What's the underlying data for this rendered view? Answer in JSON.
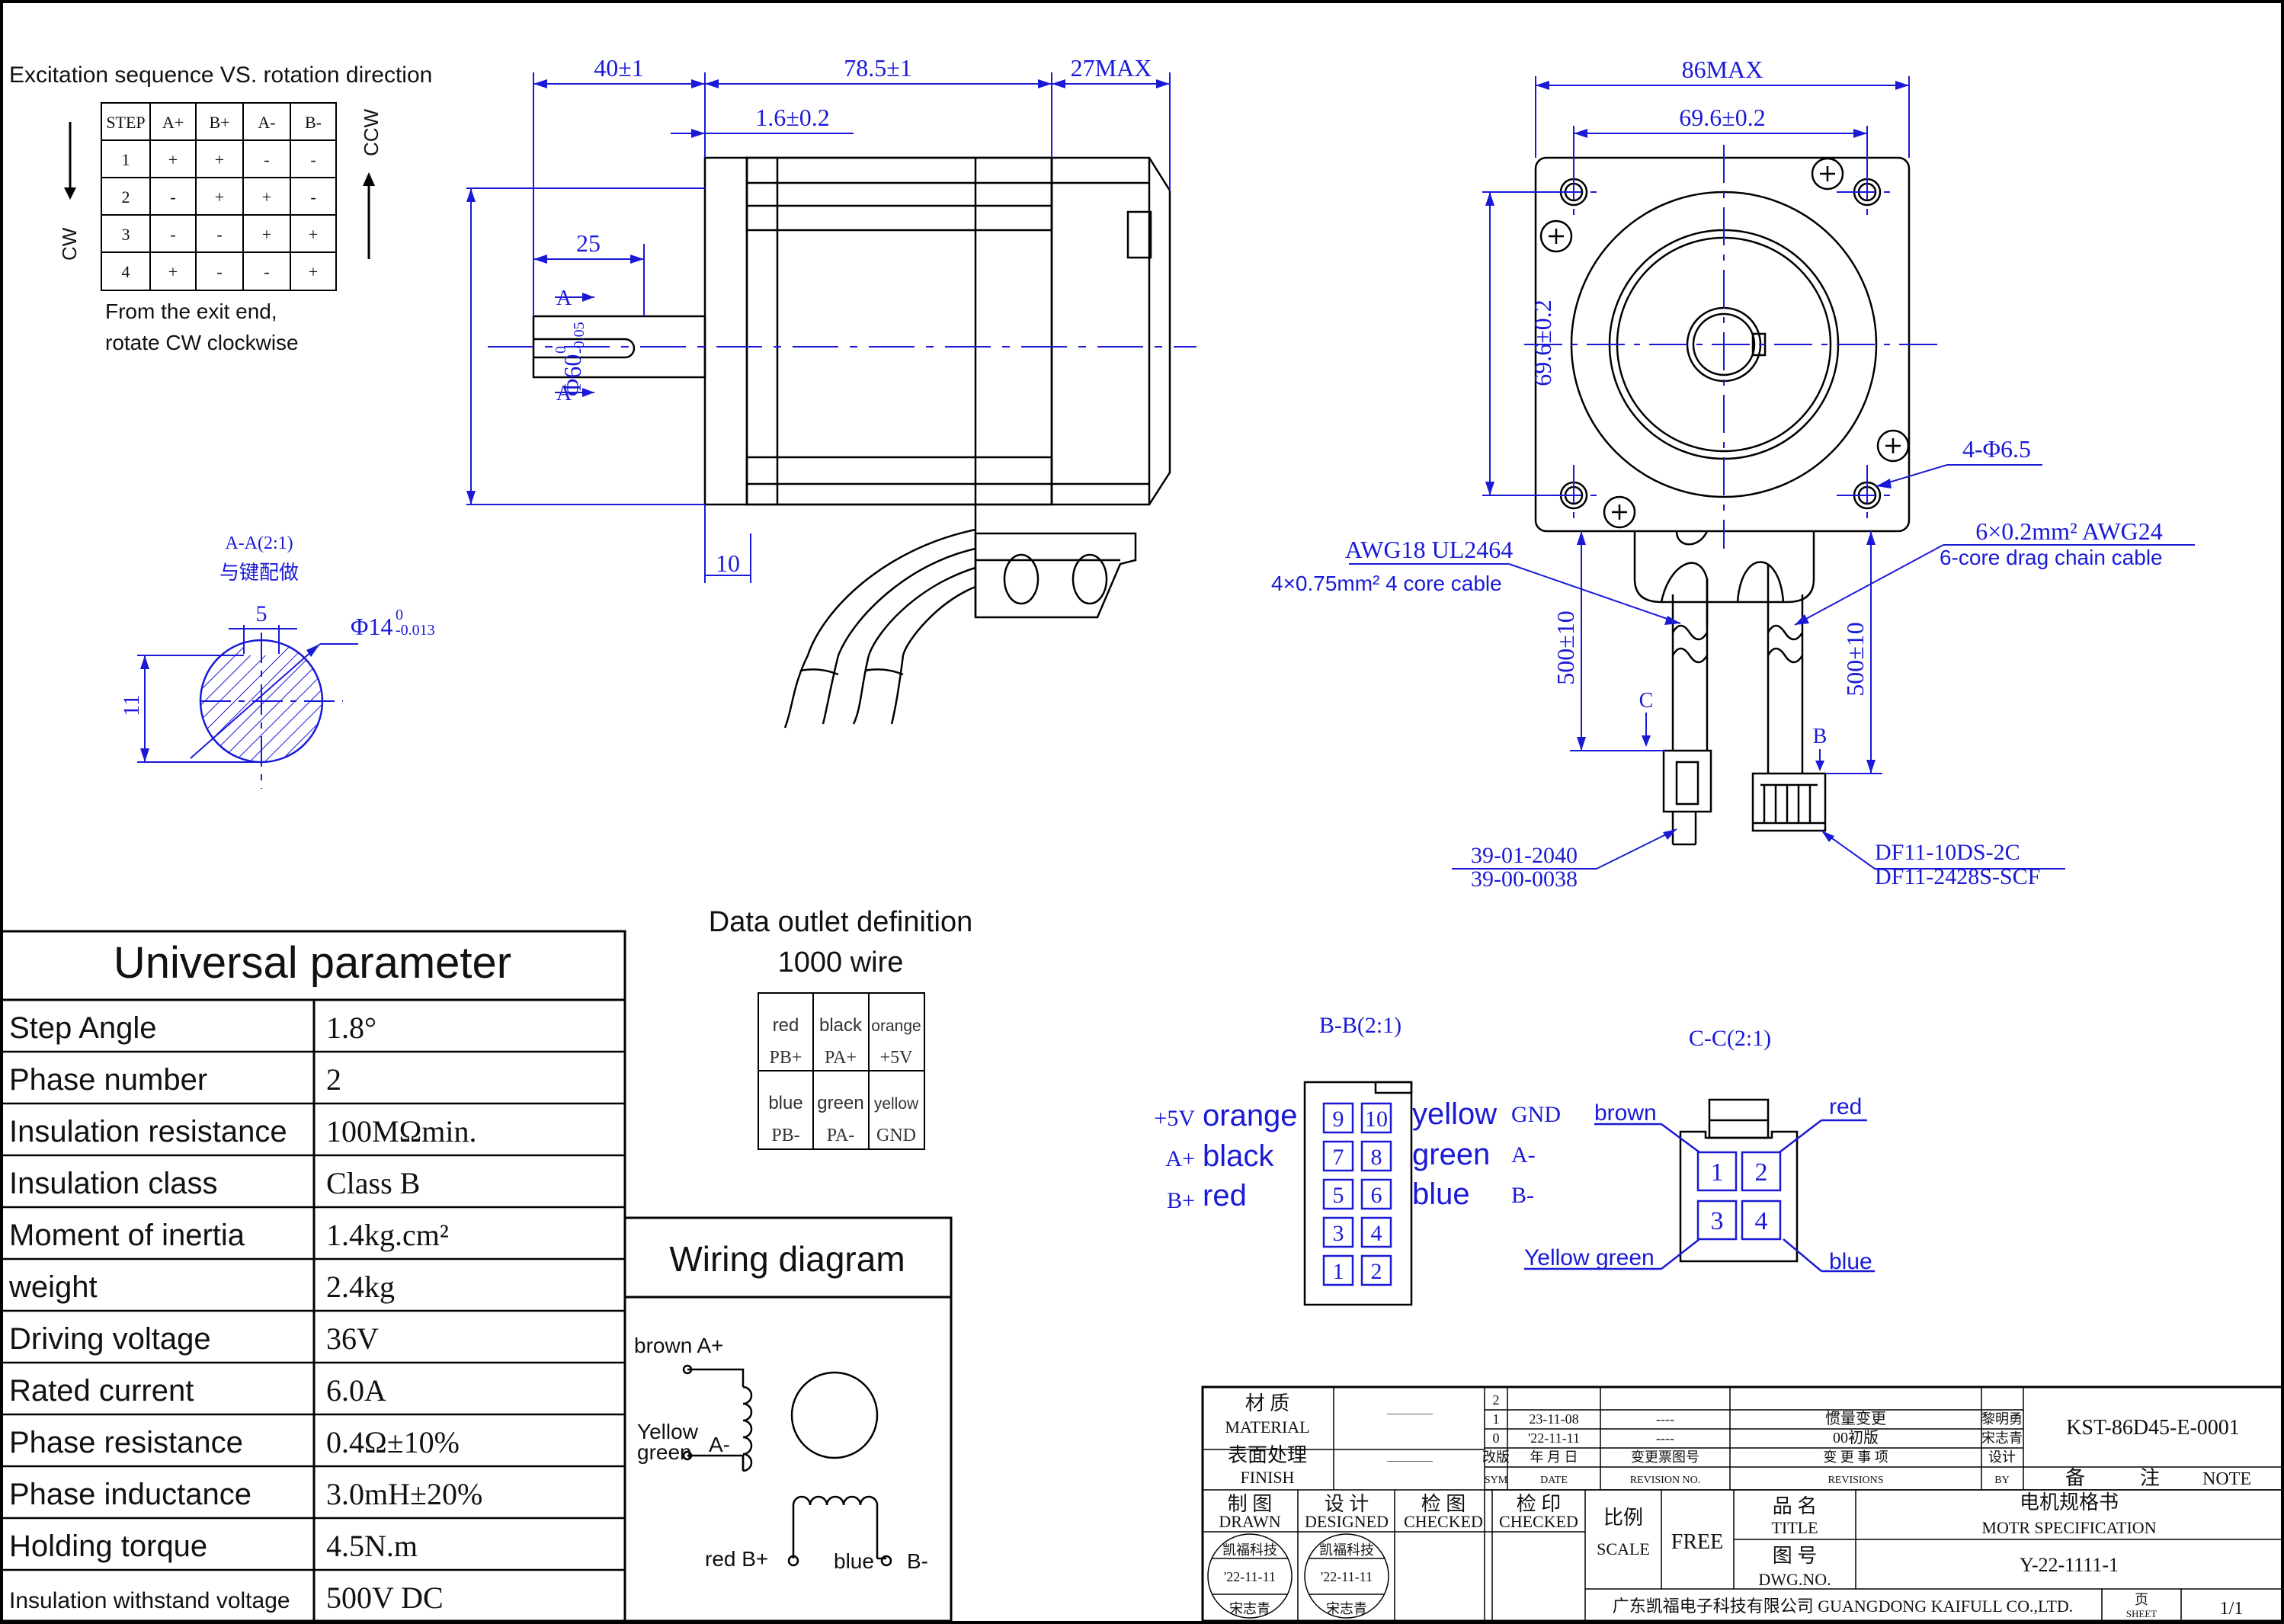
{
  "excitation": {
    "title": "Excitation sequence VS. rotation direction",
    "headers": [
      "STEP",
      "A+",
      "B+",
      "A-",
      "B-"
    ],
    "rows": [
      [
        "1",
        "+",
        "+",
        "-",
        "-"
      ],
      [
        "2",
        "-",
        "+",
        "+",
        "-"
      ],
      [
        "3",
        "-",
        "-",
        "+",
        "+"
      ],
      [
        "4",
        "+",
        "-",
        "-",
        "+"
      ]
    ],
    "cw": "CW",
    "ccw": "CCW",
    "note1": "From the exit end,",
    "note2": "rotate CW clockwise"
  },
  "side_view": {
    "dim_40": "40±1",
    "dim_78": "78.5±1",
    "dim_27": "27MAX",
    "dim_16": "1.6±0.2",
    "dim_25": "25",
    "dim_10": "10",
    "dim_dia60": "Φ60",
    "dim_dia60_sup": "0",
    "dim_dia60_sub": "-0.05",
    "a_label": "A"
  },
  "section_aa": {
    "title": "A-A(2:1)",
    "subtitle": "与键配做",
    "dim_5": "5",
    "dim_11": "11",
    "dim_dia14": "Φ14",
    "dim_dia14_sup": "0",
    "dim_dia14_sub": "-0.013"
  },
  "front_view": {
    "dim_86": "86MAX",
    "dim_696_h": "69.6±0.2",
    "dim_696_v": "69.6±0.2",
    "dim_holes": "4-Φ6.5",
    "cable_left_1": "AWG18 UL2464",
    "cable_left_2": "4×0.75mm² 4 core cable",
    "cable_right_1": "6×0.2mm² AWG24",
    "cable_right_2": "6-core drag chain cable",
    "len_left": "500±10",
    "len_right": "500±10",
    "label_c": "C",
    "label_b": "B",
    "conn_left_1": "39-01-2040",
    "conn_left_2": "39-00-0038",
    "conn_right_1": "DF11-10DS-2C",
    "conn_right_2": "DF11-2428S-SCF"
  },
  "universal": {
    "title": "Universal parameter",
    "rows": [
      {
        "label": "Step Angle",
        "value": "1.8°"
      },
      {
        "label": "Phase number",
        "value": "2"
      },
      {
        "label": "Insulation resistance",
        "value": "100MΩmin."
      },
      {
        "label": "Insulation class",
        "value": "Class B"
      },
      {
        "label": "Moment of inertia",
        "value": "1.4kg.cm²"
      },
      {
        "label": "weight",
        "value": "2.4kg"
      },
      {
        "label": "Driving voltage",
        "value": "36V"
      },
      {
        "label": "Rated current",
        "value": "6.0A"
      },
      {
        "label": "Phase resistance",
        "value": "0.4Ω±10%"
      },
      {
        "label": "Phase inductance",
        "value": "3.0mH±20%"
      },
      {
        "label": "Holding torque",
        "value": "4.5N.m"
      },
      {
        "label": "Insulation withstand voltage",
        "value": "500V DC"
      }
    ]
  },
  "data_outlet": {
    "title1": "Data outlet definition",
    "title2": "1000 wire",
    "cells": [
      {
        "color": "red",
        "sig": "PB+"
      },
      {
        "color": "black",
        "sig": "PA+"
      },
      {
        "color": "orange",
        "sig": "+5V"
      },
      {
        "color": "blue",
        "sig": "PB-"
      },
      {
        "color": "green",
        "sig": "PA-"
      },
      {
        "color": "yellow",
        "sig": "GND"
      }
    ]
  },
  "wiring": {
    "title": "Wiring diagram",
    "brown": "brown A+",
    "yellow1": "Yellow",
    "yellow2": "green",
    "a_minus": "A-",
    "red": "red B+",
    "blue": "blue",
    "b_minus": "B-"
  },
  "section_bb": {
    "title": "B-B(2:1)",
    "pins": [
      "9",
      "10",
      "7",
      "8",
      "5",
      "6",
      "3",
      "4",
      "1",
      "2"
    ],
    "l1_sig": "+5V",
    "l1_col": "orange",
    "l2_sig": "A+",
    "l2_col": "black",
    "l3_sig": "B+",
    "l3_col": "red",
    "r1_col": "yellow",
    "r1_sig": "GND",
    "r2_col": "green",
    "r2_sig": "A-",
    "r3_col": "blue",
    "r3_sig": "B-"
  },
  "section_cc": {
    "title": "C-C(2:1)",
    "pins": [
      "1",
      "2",
      "3",
      "4"
    ],
    "brown": "brown",
    "red": "red",
    "yellow_green": "Yellow green",
    "blue": "blue"
  },
  "title_block": {
    "material_cn": "材 质",
    "material_en": "MATERIAL",
    "material_val": "———",
    "finish_cn": "表面处理",
    "finish_en": "FINISH",
    "finish_val": "———",
    "rev_rows": [
      {
        "sym": "2",
        "date": "",
        "rev": "",
        "desc": "",
        "by": ""
      },
      {
        "sym": "1",
        "date": "23-11-08",
        "rev": "----",
        "desc": "惯量变更",
        "by": "黎明勇"
      },
      {
        "sym": "0",
        "date": "'22-11-11",
        "rev": "----",
        "desc": "00初版",
        "by": "宋志青"
      }
    ],
    "sym_cn": "改版",
    "sym_en": "SYM",
    "date_cn": "年 月 日",
    "date_en": "DATE",
    "revno_cn": "变更票图号",
    "revno_en": "REVISION NO.",
    "revs_cn": "变 更 事 项",
    "revs_en": "REVISIONS",
    "by_cn": "设计",
    "by_en": "BY",
    "doc_no": "KST-86D45-E-0001",
    "note_cn1": "备",
    "note_cn2": "注",
    "note_en": "NOTE",
    "drawn_cn": "制 图",
    "drawn_en": "DRAWN",
    "designed_cn": "设 计",
    "designed_en": "DESIGNED",
    "checked_cn": "检 图",
    "checked_en": "CHECKED",
    "checked2_cn": "检 印",
    "checked2_en": "CHECKED",
    "stamp_company": "凯福科技",
    "stamp_date": "'22-11-11",
    "stamp_name": "宋志青",
    "scale_cn": "比例",
    "scale_en": "SCALE",
    "scale_val": "FREE",
    "title_cn": "品 名",
    "title_en": "TITLE",
    "title_val_cn": "电机规格书",
    "title_val_en": "MOTR SPECIFICATION",
    "dwg_cn": "图 号",
    "dwg_en": "DWG.NO.",
    "dwg_val": "Y-22-1111-1",
    "company": "广东凯福电子科技有限公司 GUANGDONG KAIFULL CO.,LTD.",
    "sheet_cn": "页",
    "sheet_en": "SHEET",
    "sheet_val": "1/1"
  }
}
